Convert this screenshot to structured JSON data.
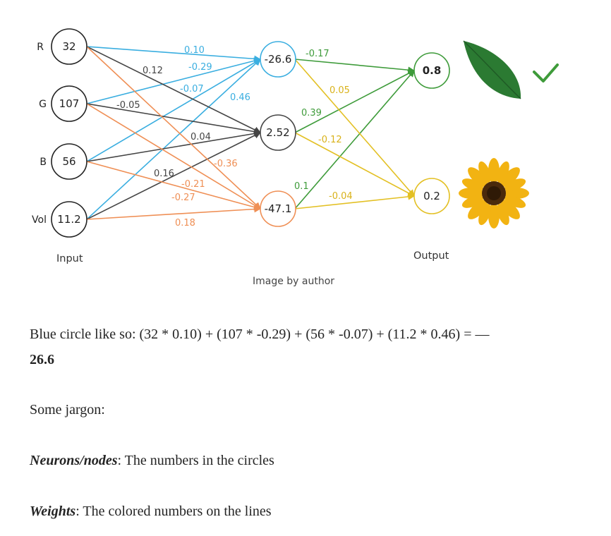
{
  "diagram": {
    "inputs": [
      {
        "name": "R",
        "value": "32"
      },
      {
        "name": "G",
        "value": "107"
      },
      {
        "name": "B",
        "value": "56"
      },
      {
        "name": "Vol",
        "value": "11.2"
      }
    ],
    "hidden": [
      "-26.6",
      "2.52",
      "-47.1"
    ],
    "outputs": [
      "0.8",
      "0.2"
    ],
    "weights_to_blue": [
      "0.10",
      "-0.29",
      "-0.07",
      "0.46"
    ],
    "weights_to_gray": [
      "0.12",
      "-0.05",
      "0.04",
      "0.16"
    ],
    "weights_to_orange": [
      "-0.36",
      "-0.21",
      "-0.27",
      "0.18"
    ],
    "weights_to_leaf": [
      "-0.17",
      "0.39",
      "0.1"
    ],
    "weights_to_flower": [
      "0.05",
      "-0.12",
      "-0.04"
    ],
    "input_label": "Input",
    "output_label": "Output",
    "caption": "Image by author",
    "colors": {
      "blue": "#3aaee0",
      "dark": "#444444",
      "orange": "#ef8f55",
      "green": "#3e9b3a",
      "yellow": "#e3c024"
    }
  },
  "text": {
    "formula": "Blue circle like so: (32 * 0.10) + (107 * -0.29) + (56 * -0.07) + (11.2 * 0.46) = —",
    "formula_result": "26.6",
    "jargon": "Some jargon:",
    "neurons_term": "Neurons/nodes",
    "neurons_def": ": The numbers in the circles",
    "weights_term": "Weights",
    "weights_def": ": The colored numbers on the lines"
  }
}
